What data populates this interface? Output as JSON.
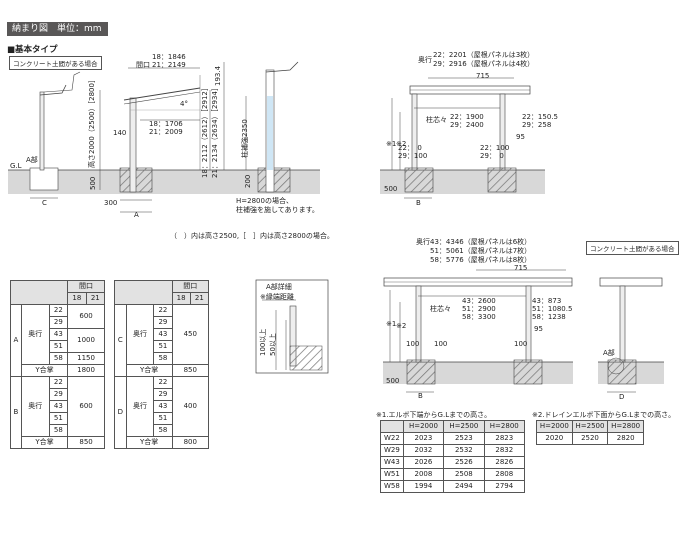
{
  "header": {
    "title": "納まり図　単位：mm"
  },
  "section": {
    "title": "■基本タイプ"
  },
  "notes": {
    "concrete_left": "コンクリート土間がある場合",
    "concrete_right": "コンクリート土間がある場合",
    "bracket_note": "（　）内は高さ2500,［　］内は高さ2800の場合。",
    "h2800_note_1": "H=2800の場合、",
    "h2800_note_2": "柱補強を施してあります。"
  },
  "drawing1": {
    "frontage_1": "18：1846",
    "frontage_2": "21：2149",
    "frontage_label": "間口",
    "angle": "4°",
    "dim_193": "193.4",
    "dim_140": "140",
    "inner_1": "18：1706",
    "inner_2": "21：2009",
    "height_vertical": "高さ2000（2500）［2800］",
    "h_18": "18：2112（2612）［2912］",
    "h_21": "21：2134（2634）［2934］",
    "dim_500": "500",
    "dim_300": "300",
    "label_A": "A",
    "label_C": "C",
    "label_GL": "G.L",
    "label_Apart": "A部",
    "pillar_label": "柱補強2350",
    "dim_200": "200"
  },
  "drawing2": {
    "depth_label": "奥行",
    "depth_22": "22：2201（屋根パネルは3枚）",
    "depth_29": "29：2916（屋根パネルは4枚）",
    "dim_715": "715",
    "pitch_label": "柱芯々",
    "pitch_22": "22：1900",
    "pitch_29": "29：2400",
    "r_22": "22：150.5",
    "r_29": "29：258",
    "dim_95": "95",
    "mark1": "※1",
    "mark2": "※2",
    "l_22": "22：　0",
    "l_29": "29：100",
    "c_22": "22：100",
    "c_29": "29：　0",
    "dim_500": "500",
    "label_B": "B"
  },
  "drawing3": {
    "depth_label": "奥行",
    "depth_43": "43：4346（屋根パネルは6枚）",
    "depth_51": "51：5061（屋根パネルは7枚）",
    "depth_58": "58：5776（屋根パネルは8枚）",
    "dim_715": "715",
    "pitch_label": "柱芯々",
    "pitch_43": "43：2600",
    "pitch_51": "51：2900",
    "pitch_58": "58：3300",
    "r_43": "43：873",
    "r_51": "51：1080.5",
    "r_58": "58：1238",
    "dim_95": "95",
    "dim_100a": "100",
    "dim_100b": "100",
    "dim_100c": "100",
    "mark1": "※1",
    "mark2": "※2",
    "dim_500": "500",
    "label_B": "B"
  },
  "drawing4": {
    "label_Apart": "A部",
    "label_D": "D"
  },
  "detail": {
    "title": "A部詳細",
    "sub": "※縁端距離",
    "dim1": "100以上",
    "dim2": "50以上"
  },
  "tableAC": {
    "head_frontage": "間口",
    "cols": [
      "18",
      "21"
    ],
    "depth_label": "奥行",
    "depths": [
      "22",
      "29",
      "43",
      "51",
      "58"
    ],
    "A": {
      "label": "A",
      "v1": "600",
      "v2": "1000",
      "v3": "1150",
      "total_label": "Y合掌",
      "total": "1800"
    },
    "C": {
      "label": "C",
      "v": "450",
      "total_label": "Y合掌",
      "total": "850"
    }
  },
  "tableBD": {
    "B": {
      "label": "B",
      "v": "600",
      "total_label": "Y合掌",
      "total": "850"
    },
    "D": {
      "label": "D",
      "v": "400",
      "total_label": "Y合掌",
      "total": "800"
    }
  },
  "table1": {
    "title": "※1.エルボ下端からG.Lまでの高さ。",
    "headers": [
      "",
      "H=2000",
      "H=2500",
      "H=2800"
    ],
    "rows": [
      [
        "W22",
        "2023",
        "2523",
        "2823"
      ],
      [
        "W29",
        "2032",
        "2532",
        "2832"
      ],
      [
        "W43",
        "2026",
        "2526",
        "2826"
      ],
      [
        "W51",
        "2008",
        "2508",
        "2808"
      ],
      [
        "W58",
        "1994",
        "2494",
        "2794"
      ]
    ]
  },
  "table2": {
    "title": "※2.ドレインエルボ下面からG.Lまでの高さ。",
    "headers": [
      "H=2000",
      "H=2500",
      "H=2800"
    ],
    "row": [
      "2020",
      "2520",
      "2820"
    ]
  }
}
